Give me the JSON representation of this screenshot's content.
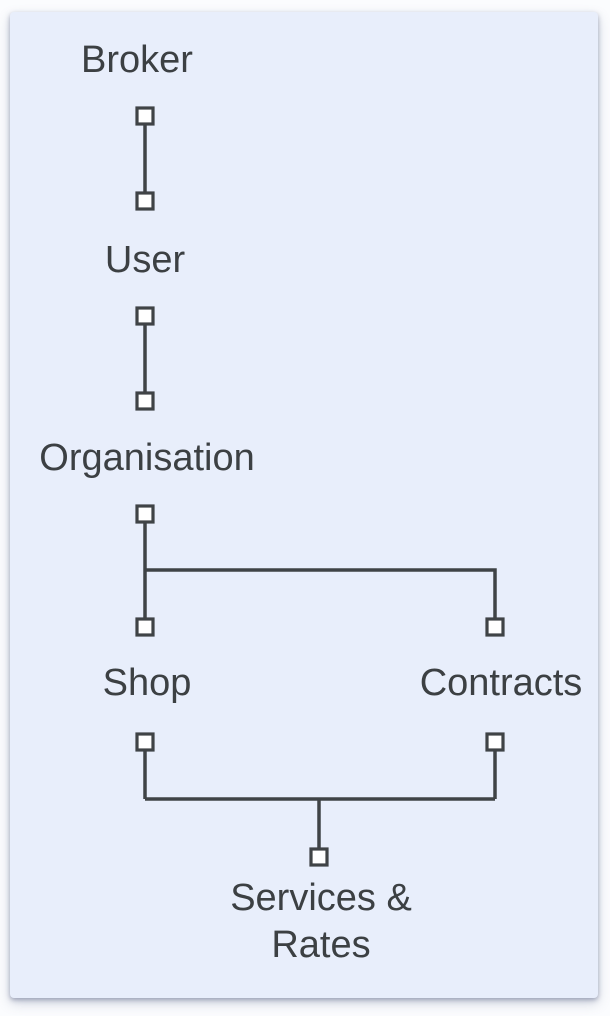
{
  "window": {
    "background_color": "#fbfcfe"
  },
  "diagram": {
    "canvas_color": "#e8eefb",
    "line_color": "#3f4346",
    "text_color": "#3c4043",
    "handle_fill": "#ffffff",
    "nodes": [
      {
        "id": "broker",
        "label": "Broker"
      },
      {
        "id": "user",
        "label": "User"
      },
      {
        "id": "organisation",
        "label": "Organisation"
      },
      {
        "id": "shop",
        "label": "Shop"
      },
      {
        "id": "contracts",
        "label": "Contracts"
      },
      {
        "id": "services-rates",
        "label": "Services & Rates"
      }
    ],
    "edges": [
      {
        "from": "Broker",
        "to": "User"
      },
      {
        "from": "User",
        "to": "Organisation"
      },
      {
        "from": "Organisation",
        "to": "Shop"
      },
      {
        "from": "Organisation",
        "to": "Contracts"
      },
      {
        "from": "Shop",
        "to": "Services & Rates"
      },
      {
        "from": "Contracts",
        "to": "Services & Rates"
      }
    ]
  }
}
